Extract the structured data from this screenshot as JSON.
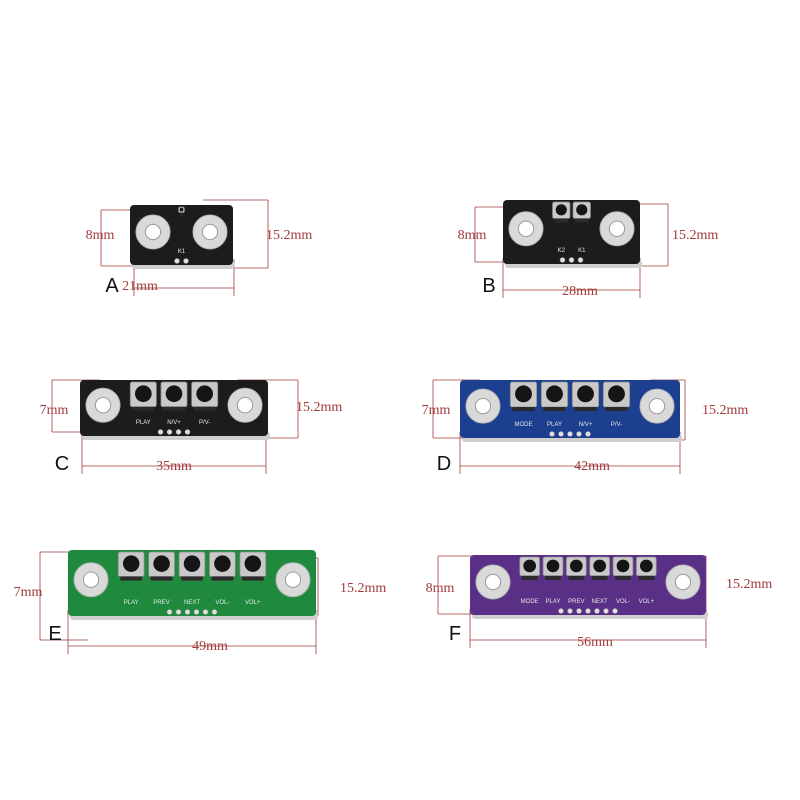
{
  "modules": [
    {
      "letter": "A",
      "height_label": "8mm",
      "board_height_label": "15.2mm",
      "width_label": "21mm",
      "buttons": 1,
      "board_color": "#1c1c1c",
      "silk_labels": [
        "K1"
      ]
    },
    {
      "letter": "B",
      "height_label": "8mm",
      "board_height_label": "15.2mm",
      "width_label": "28mm",
      "buttons": 2,
      "board_color": "#1c1c1c",
      "silk_labels": [
        "K2",
        "K1"
      ]
    },
    {
      "letter": "C",
      "height_label": "7mm",
      "board_height_label": "15.2mm",
      "width_label": "35mm",
      "buttons": 3,
      "board_color": "#1c1c1c",
      "silk_labels": [
        "PLAY",
        "N/V+",
        "P/V-"
      ]
    },
    {
      "letter": "D",
      "height_label": "7mm",
      "board_height_label": "15.2mm",
      "width_label": "42mm",
      "buttons": 4,
      "board_color": "#1d3f8f",
      "silk_labels": [
        "MODE",
        "PLAY",
        "N/V+",
        "P/V-"
      ]
    },
    {
      "letter": "E",
      "height_label": "7mm",
      "board_height_label": "15.2mm",
      "width_label": "49mm",
      "buttons": 5,
      "board_color": "#1f8a3e",
      "silk_labels": [
        "PLAY",
        "PREV",
        "NEXT",
        "VOL-",
        "VOL+"
      ]
    },
    {
      "letter": "F",
      "height_label": "8mm",
      "board_height_label": "15.2mm",
      "width_label": "56mm",
      "buttons": 6,
      "board_color": "#5a2f86",
      "silk_labels": [
        "MODE",
        "PLAY",
        "PREV",
        "NEXT",
        "VOL-",
        "VOL+"
      ]
    }
  ],
  "dimension_color": "#a23a3a"
}
